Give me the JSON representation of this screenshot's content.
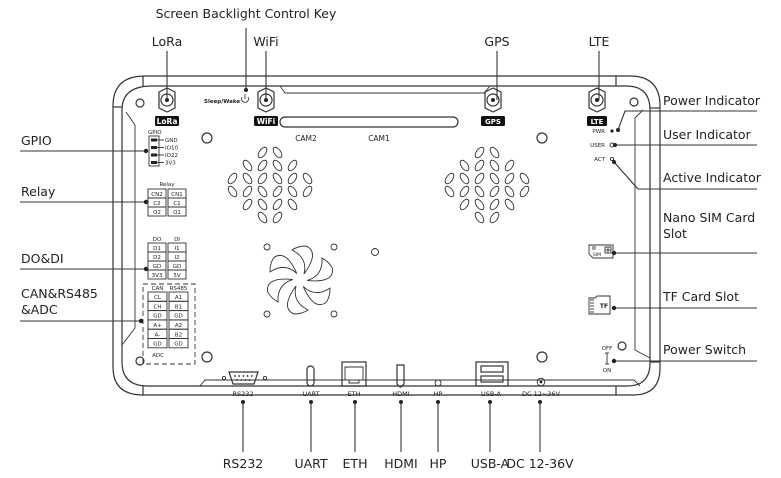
{
  "title": "Screen Backlight Control Key",
  "top_callouts": {
    "backlight": "Screen Backlight Control Key",
    "lora": "LoRa",
    "wifi": "WiFi",
    "gps": "GPS",
    "lte": "LTE"
  },
  "left_callouts": {
    "gpio": "GPIO",
    "relay": "Relay",
    "do_di": "DO&DI",
    "can_rs485_line1": "CAN&RS485",
    "can_rs485_line2": "&ADC"
  },
  "right_callouts": {
    "power_indicator": "Power Indicator",
    "user_indicator": "User Indicator",
    "active_indicator": "Active Indicator",
    "nano_sim_line1": "Nano SIM Card",
    "nano_sim_line2": "Slot",
    "tf_card": "TF Card Slot",
    "power_switch": "Power Switch"
  },
  "bottom_callouts": {
    "rs232": "RS232",
    "uart": "UART",
    "eth": "ETH",
    "hdmi": "HDMI",
    "hp": "HP",
    "usb_a": "USB-A",
    "dc": "DC 12-36V"
  },
  "device_labels": {
    "sleep_wake": "Sleep/Wake",
    "antenna_lora": "LoRa",
    "antenna_wifi": "WiFi",
    "antenna_gps": "GPS",
    "antenna_lte": "LTE",
    "cam2": "CAM2",
    "cam1": "CAM1",
    "pwr": "PWR",
    "user": "USER",
    "act": "ACT",
    "sim": "SIM",
    "tf": "TF",
    "off": "OFF",
    "on": "ON",
    "gpio_title": "GPIO",
    "gpio_pins": [
      "GND",
      "IO10",
      "IO22",
      "3V3"
    ],
    "relay_title": "Relay",
    "relay_rows": [
      [
        "CN2",
        "CN1"
      ],
      [
        "C2",
        "C1"
      ],
      [
        "O2",
        "O1"
      ]
    ],
    "dodi_headers": [
      "DO",
      "DI"
    ],
    "dodi_rows": [
      [
        "D1",
        "I1"
      ],
      [
        "D2",
        "I2"
      ],
      [
        "GD",
        "GD"
      ],
      [
        "3V3",
        "5V"
      ]
    ],
    "can_headers": [
      "CAN",
      "RS485"
    ],
    "can_rows": [
      [
        "CL",
        "A1"
      ],
      [
        "CH",
        "B1"
      ],
      [
        "GD",
        "GD"
      ],
      [
        "A+",
        "A2"
      ],
      [
        "A-",
        "B2"
      ],
      [
        "GD",
        "GD"
      ]
    ],
    "adc": "ADC",
    "port_rs232": "RS232",
    "port_uart": "UART",
    "port_eth": "ETH",
    "port_hdmi": "HDMI",
    "port_hp": "HP",
    "port_usb": "USB-A",
    "port_dc": "DC 12~36V"
  }
}
